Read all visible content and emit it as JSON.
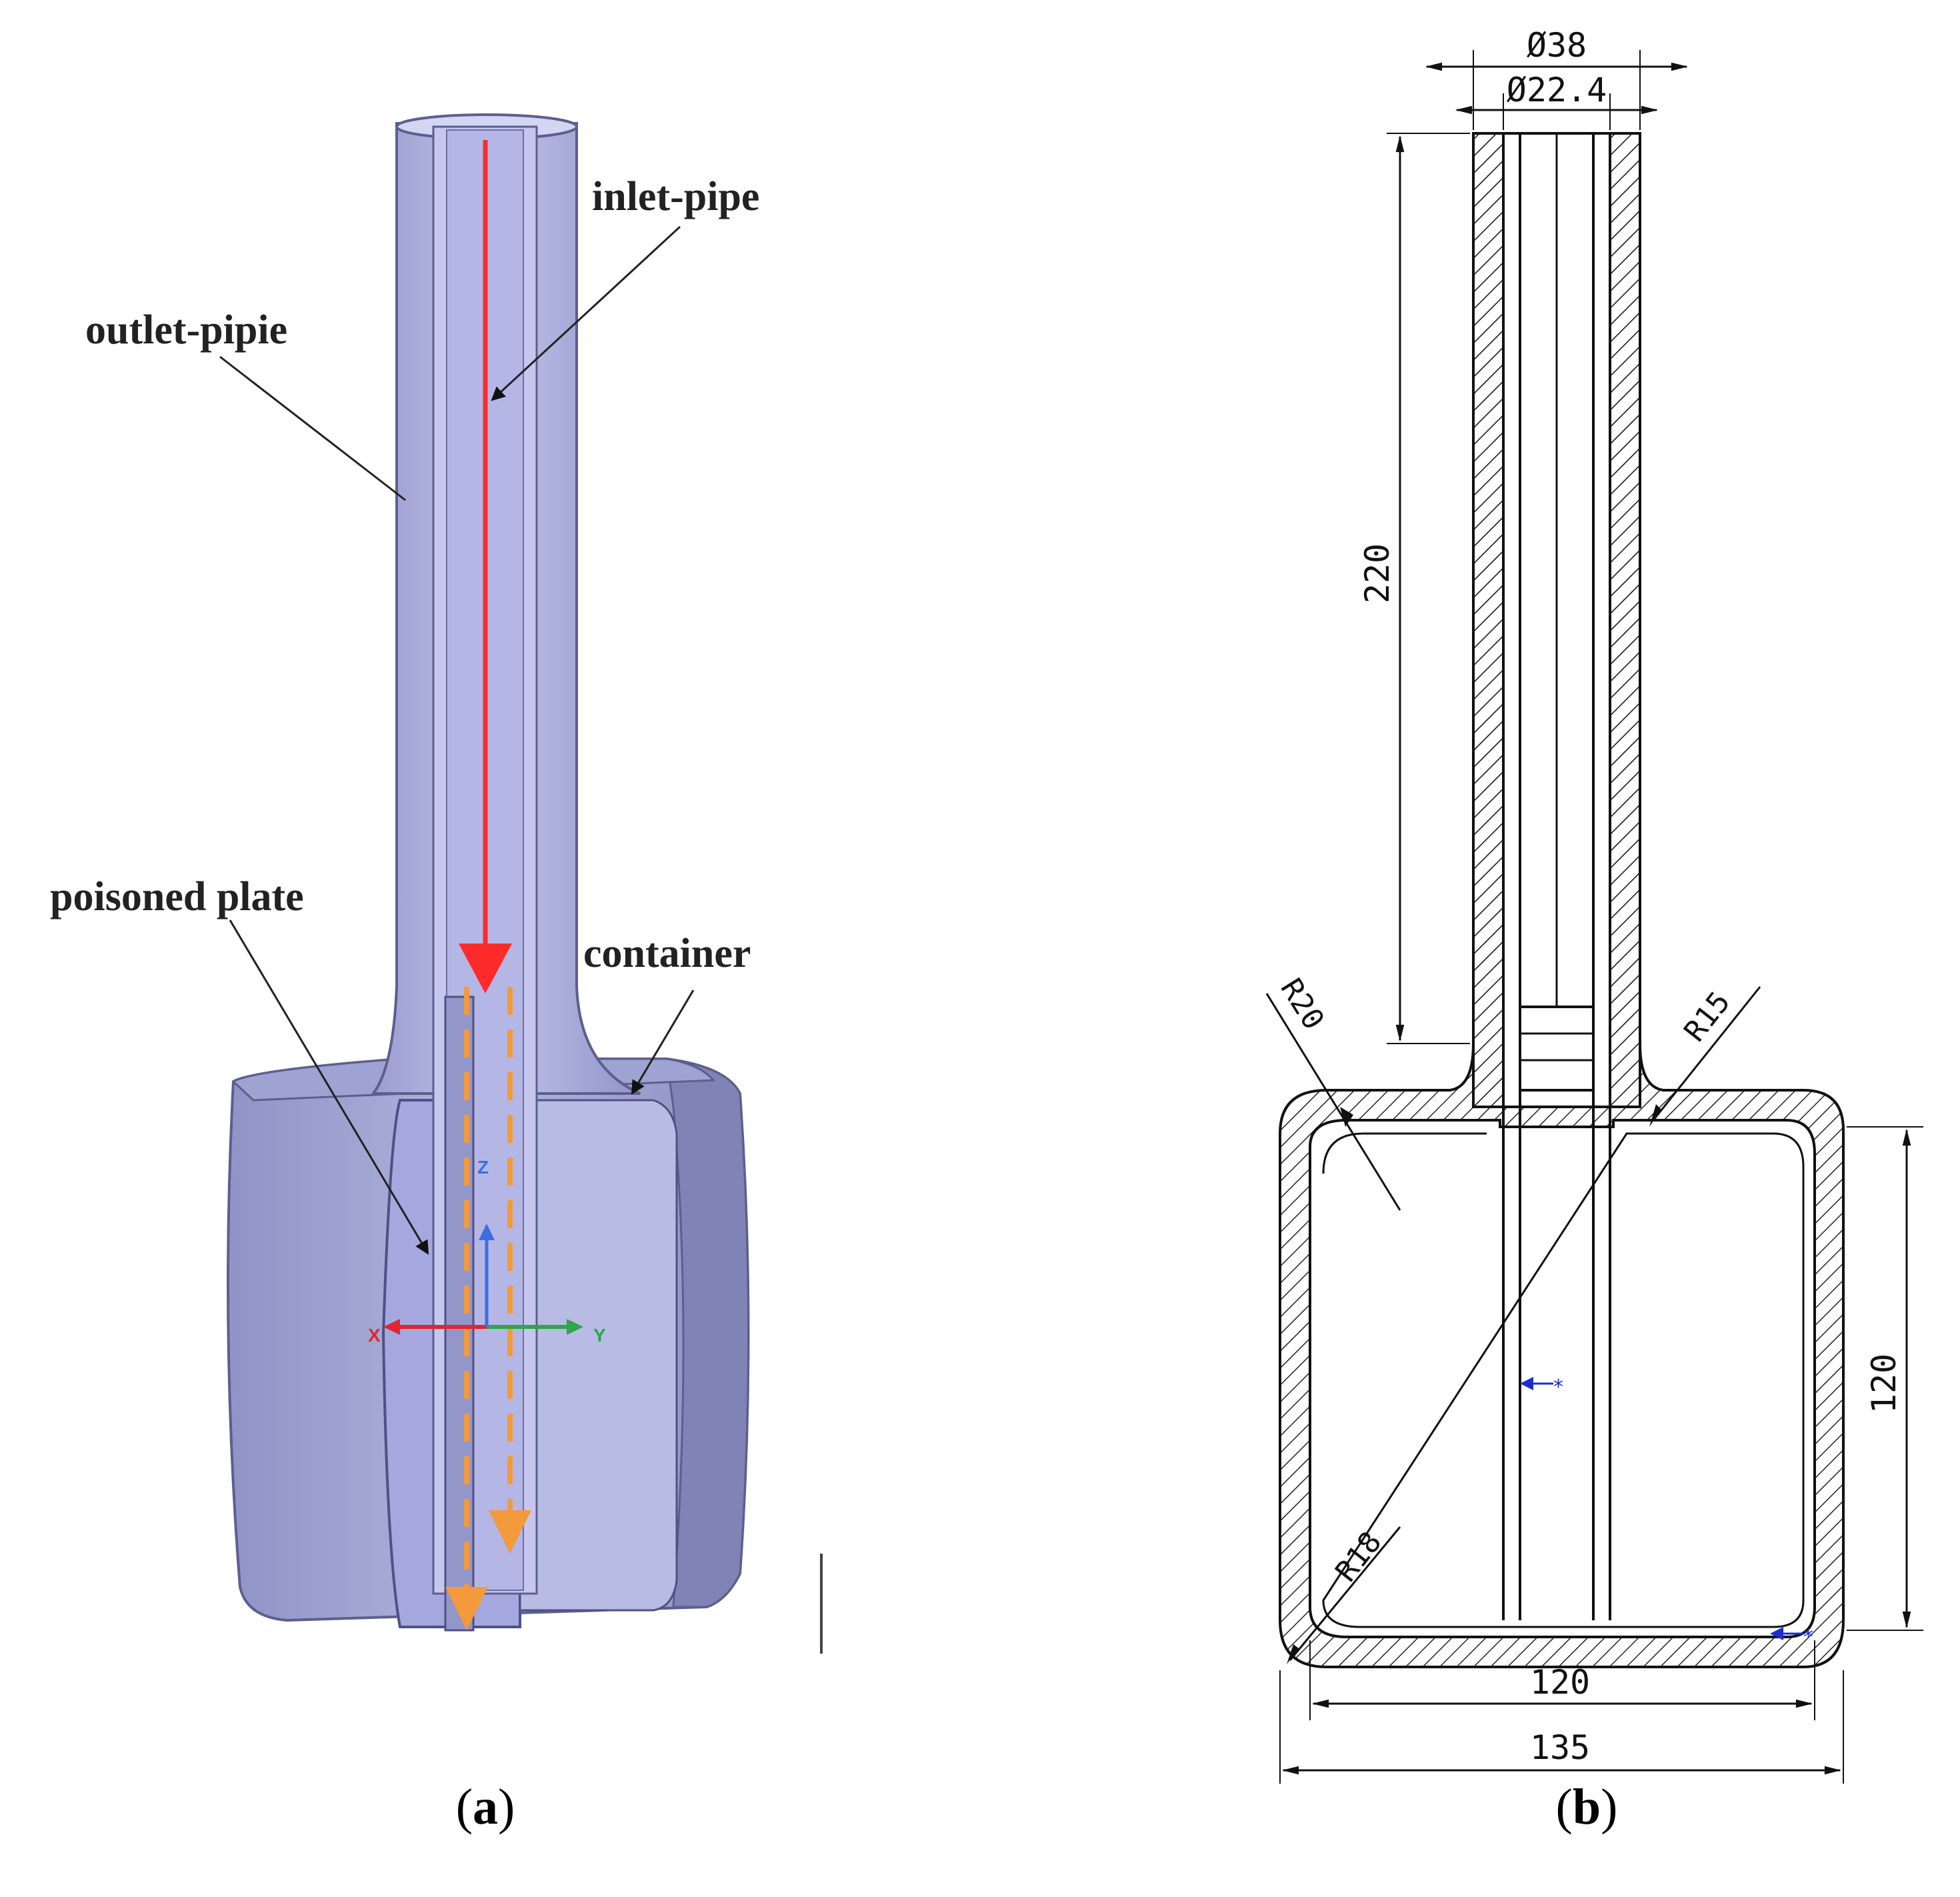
{
  "panel_a": {
    "labels": {
      "inlet": "inlet-pipe",
      "outlet": "outlet-pipie",
      "plate": "poisoned plate",
      "container": "container"
    },
    "axes": {
      "x": "X",
      "y": "Y",
      "z": "Z"
    },
    "caption": {
      "open": "(",
      "letter": "a",
      "close": ")"
    },
    "colors": {
      "body": "#a8abd6",
      "inlet_flow": "#ff2a2a",
      "return_flow": "#f39a3c"
    }
  },
  "panel_b": {
    "dimensions": {
      "outer_diameter": "Ø38",
      "inner_diameter": "Ø22.4",
      "pipe_length": "220",
      "height": "120",
      "inner_width": "120",
      "outer_width": "135",
      "radius_top_left": "R20",
      "radius_top_right": "R15",
      "radius_bottom_left": "R18"
    },
    "caption": {
      "open": "(",
      "letter": "b",
      "close": ")"
    }
  }
}
